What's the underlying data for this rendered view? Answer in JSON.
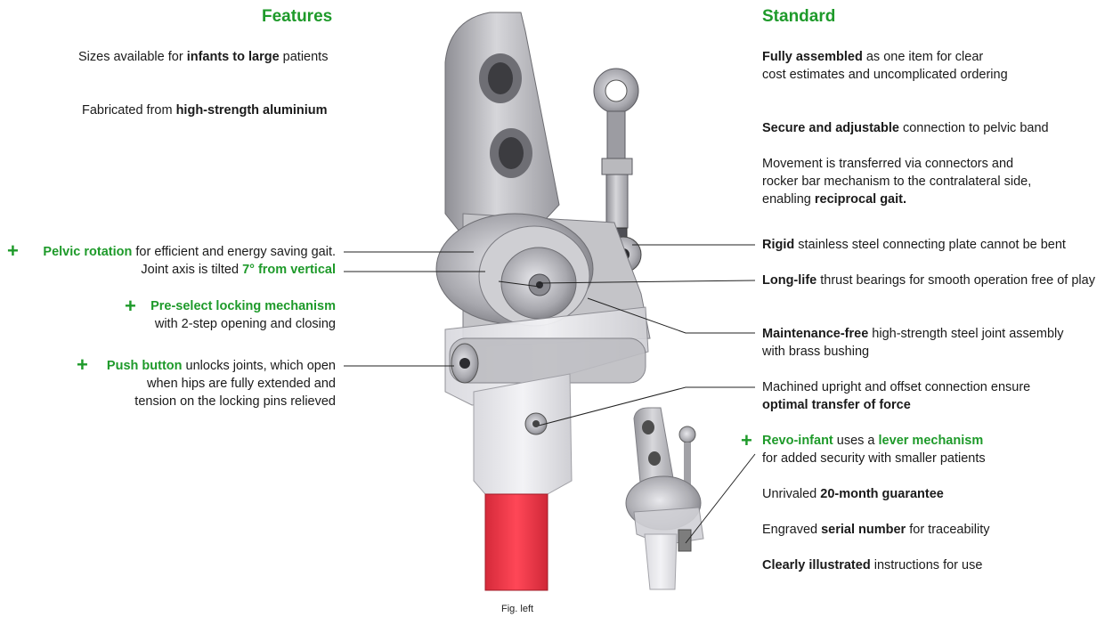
{
  "features": {
    "heading": "Features",
    "items": [
      {
        "pre": "Sizes available for ",
        "bold": "infants to large",
        "post": " patients"
      },
      {
        "pre": "Fabricated from ",
        "bold": "high-strength aluminium",
        "post": ""
      },
      {
        "title": "Pelvic rotation",
        "line1": " for efficient and energy saving gait.",
        "line2_pre": "Joint axis is tilted ",
        "line2_bold": "7° from vertical"
      },
      {
        "title": "Pre-select locking mechanism",
        "line2": "with 2-step opening and closing"
      },
      {
        "title": "Push button",
        "line1": " unlocks joints, which open",
        "line2": "when hips are fully extended and",
        "line3": "tension on the locking pins relieved"
      }
    ]
  },
  "standard": {
    "heading": "Standard",
    "items": [
      {
        "bold": "Fully assembled",
        "post": " as one item for clear",
        "line2": "cost estimates and uncomplicated ordering"
      },
      {
        "bold": "Secure and adjustable",
        "post": " connection to pelvic band"
      },
      {
        "line1": "Movement is transferred via connectors and",
        "line2": "rocker bar mechanism to the contralateral side,",
        "line3_pre": "enabling ",
        "line3_bold": "reciprocal gait."
      },
      {
        "bold": "Rigid",
        "post": " stainless steel connecting plate cannot be bent"
      },
      {
        "bold": "Long-life",
        "post": " thrust bearings for smooth operation free of play"
      },
      {
        "bold": "Maintenance-free",
        "post": " high-strength steel joint assembly",
        "line2": "with brass bushing"
      },
      {
        "line1": "Machined upright and offset connection ensure",
        "line2_bold": "optimal transfer of force"
      },
      {
        "title": "Revo-infant",
        "mid": " uses a ",
        "title2": "lever mechanism",
        "line2": "for added security with smaller patients"
      },
      {
        "pre": "Unrivaled ",
        "bold": "20-month guarantee"
      },
      {
        "pre": "Engraved ",
        "bold": "serial number",
        "post": " for traceability"
      },
      {
        "bold": "Clearly illustrated",
        "post": " instructions for use"
      }
    ]
  },
  "plus_symbol": "+",
  "caption": "Fig. left",
  "colors": {
    "accent": "#1e9a2a",
    "metal": "#b9b9bd",
    "red": "#f23a4a",
    "line": "#222222"
  }
}
